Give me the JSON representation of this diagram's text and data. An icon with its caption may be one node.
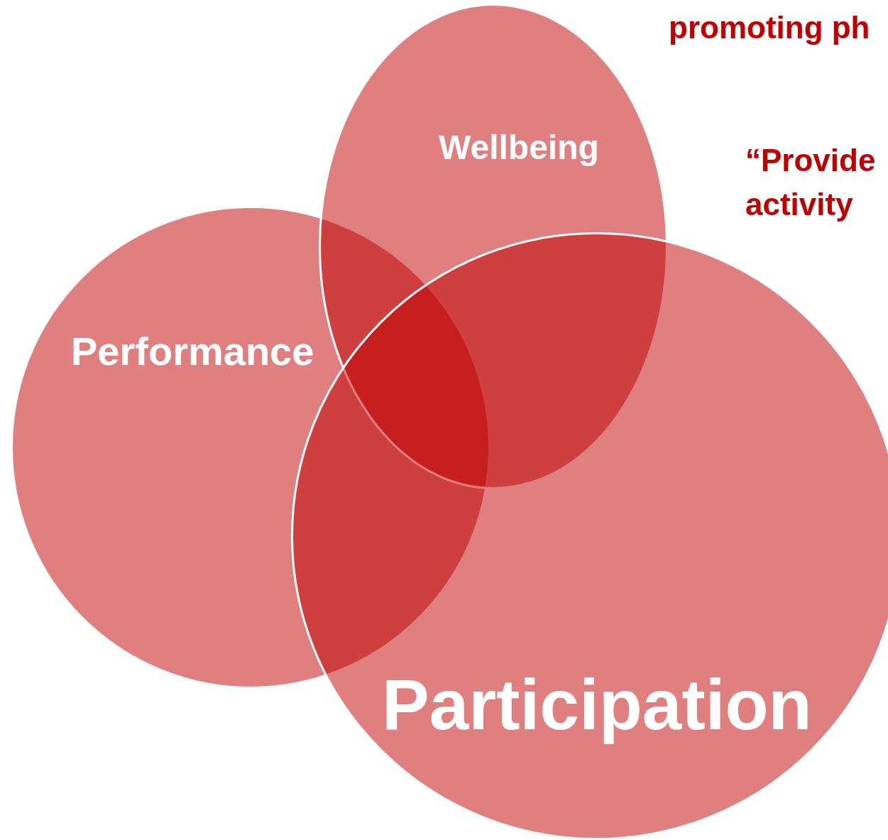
{
  "diagram": {
    "nodes": [
      {
        "text": [
          "Performance"
        ]
      },
      {
        "text": [
          "Wellbeing"
        ]
      },
      {
        "text": [
          "Participation"
        ]
      }
    ],
    "labels": [
      "promoting ph",
      "“Provide activity"
    ]
  }
}
